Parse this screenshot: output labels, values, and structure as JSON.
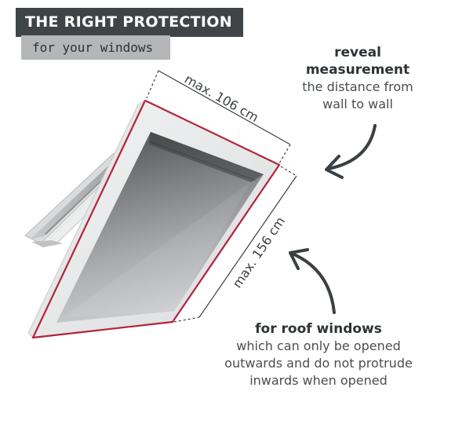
{
  "header": {
    "title": "THE RIGHT PROTECTION",
    "subtitle": "for your windows"
  },
  "annotations": {
    "reveal": {
      "heading": "reveal measurement",
      "heading_line1": "reveal",
      "heading_line2": "measurement",
      "text_line1": "the distance from",
      "text_line2": "wall to wall"
    },
    "roof": {
      "heading": "for roof windows",
      "text_line1": "which can only be opened",
      "text_line2": "outwards and do not protrude",
      "text_line3": "inwards when opened"
    }
  },
  "dimensions": {
    "width_label": "max. 106 cm",
    "height_label": "max. 156 cm"
  },
  "colors": {
    "accent_red": "#b3243c",
    "dark_box": "#3f4446",
    "grey_box": "#b4b6b7",
    "text": "#3b3f41"
  }
}
